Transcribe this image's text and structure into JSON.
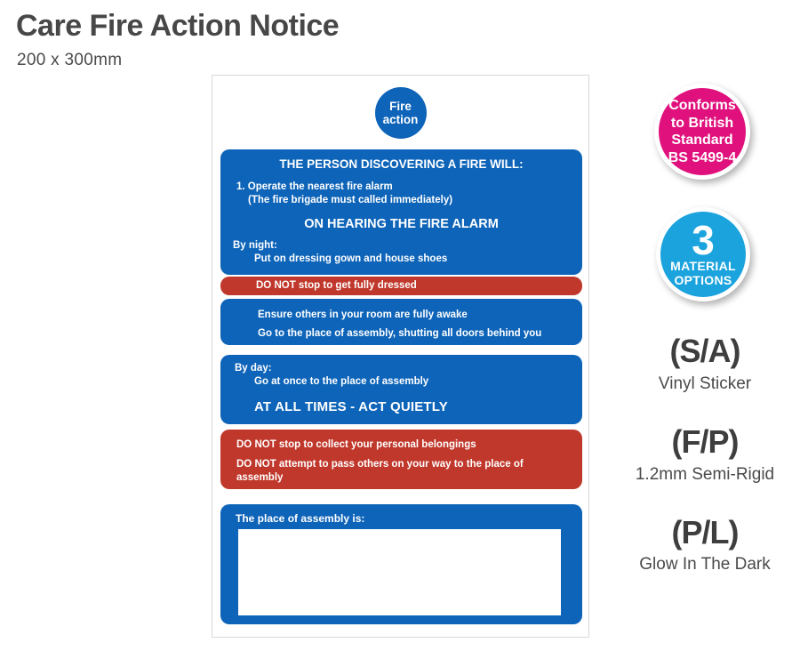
{
  "page": {
    "title": "Care Fire Action Notice",
    "size": "200 x 300mm"
  },
  "sign": {
    "circle": {
      "line1": "Fire",
      "line2": "action"
    },
    "discovering": {
      "heading": "THE PERSON DISCOVERING A FIRE WILL:",
      "step": "1. Operate the nearest fire alarm",
      "step_note": "(The fire brigade must called immediately)",
      "subheading": "ON HEARING THE FIRE ALARM",
      "by_night_label": "By night:",
      "by_night_action": "Put on dressing gown and house shoes"
    },
    "do_not_bar": "DO NOT stop to get fully dressed",
    "ensure": {
      "line1": "Ensure others in your room are fully awake",
      "line2": "Go to the place of assembly, shutting all doors behind you"
    },
    "by_day": {
      "label": "By day:",
      "action": "Go at once to the place of assembly",
      "emphasis": "AT ALL TIMES - ACT QUIETLY"
    },
    "do_not_panel": {
      "line1": "DO NOT stop to collect your personal belongings",
      "line2": "DO NOT attempt to pass others on your way to the place of assembly"
    },
    "assembly": {
      "label": "The place of assembly is:"
    }
  },
  "badges": {
    "standard": {
      "line1": "Conforms",
      "line2": "to British",
      "line3": "Standard",
      "line4": "BS 5499-4",
      "color": "#e0117c"
    },
    "material_options": {
      "number": "3",
      "line1": "MATERIAL",
      "line2": "OPTIONS",
      "color": "#1aa3dd"
    }
  },
  "materials": [
    {
      "code": "(S/A)",
      "label": "Vinyl Sticker"
    },
    {
      "code": "(F/P)",
      "label": "1.2mm Semi-Rigid"
    },
    {
      "code": "(P/L)",
      "label": "Glow In The Dark"
    }
  ],
  "colors": {
    "sign_blue": "#0e64b8",
    "sign_red": "#c0382b",
    "badge_pink": "#e0117c",
    "badge_cyan": "#1aa3dd",
    "title_text": "#474747"
  }
}
